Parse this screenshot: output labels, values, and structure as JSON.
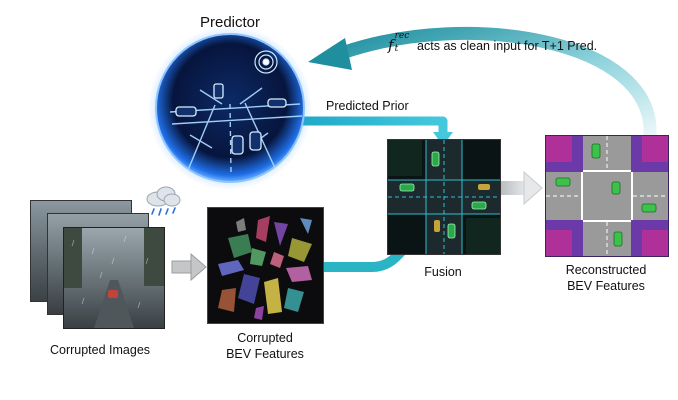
{
  "labels": {
    "predictor": "Predictor",
    "predicted_prior": "Predicted Prior",
    "fusion": "Fusion",
    "corrupted_images": "Corrupted Images",
    "corrupted_bev_line1": "Corrupted",
    "corrupted_bev_line2": "BEV Features",
    "reconstructed_line1": "Reconstructed",
    "reconstructed_line2": "BEV Features",
    "feedback_f": "f",
    "feedback_sup": "rec",
    "feedback_sub": "t",
    "feedback_text": "acts as clean input for T+1 Pred."
  },
  "colors": {
    "predictor_glow": "#2f7bff",
    "arrow_teal": "#2bb4c4",
    "bev_purple": "#6b3aa8",
    "bev_magenta": "#b0309a",
    "car_green": "#3cc24a"
  },
  "icons": [
    "rain-cloud-icon"
  ]
}
